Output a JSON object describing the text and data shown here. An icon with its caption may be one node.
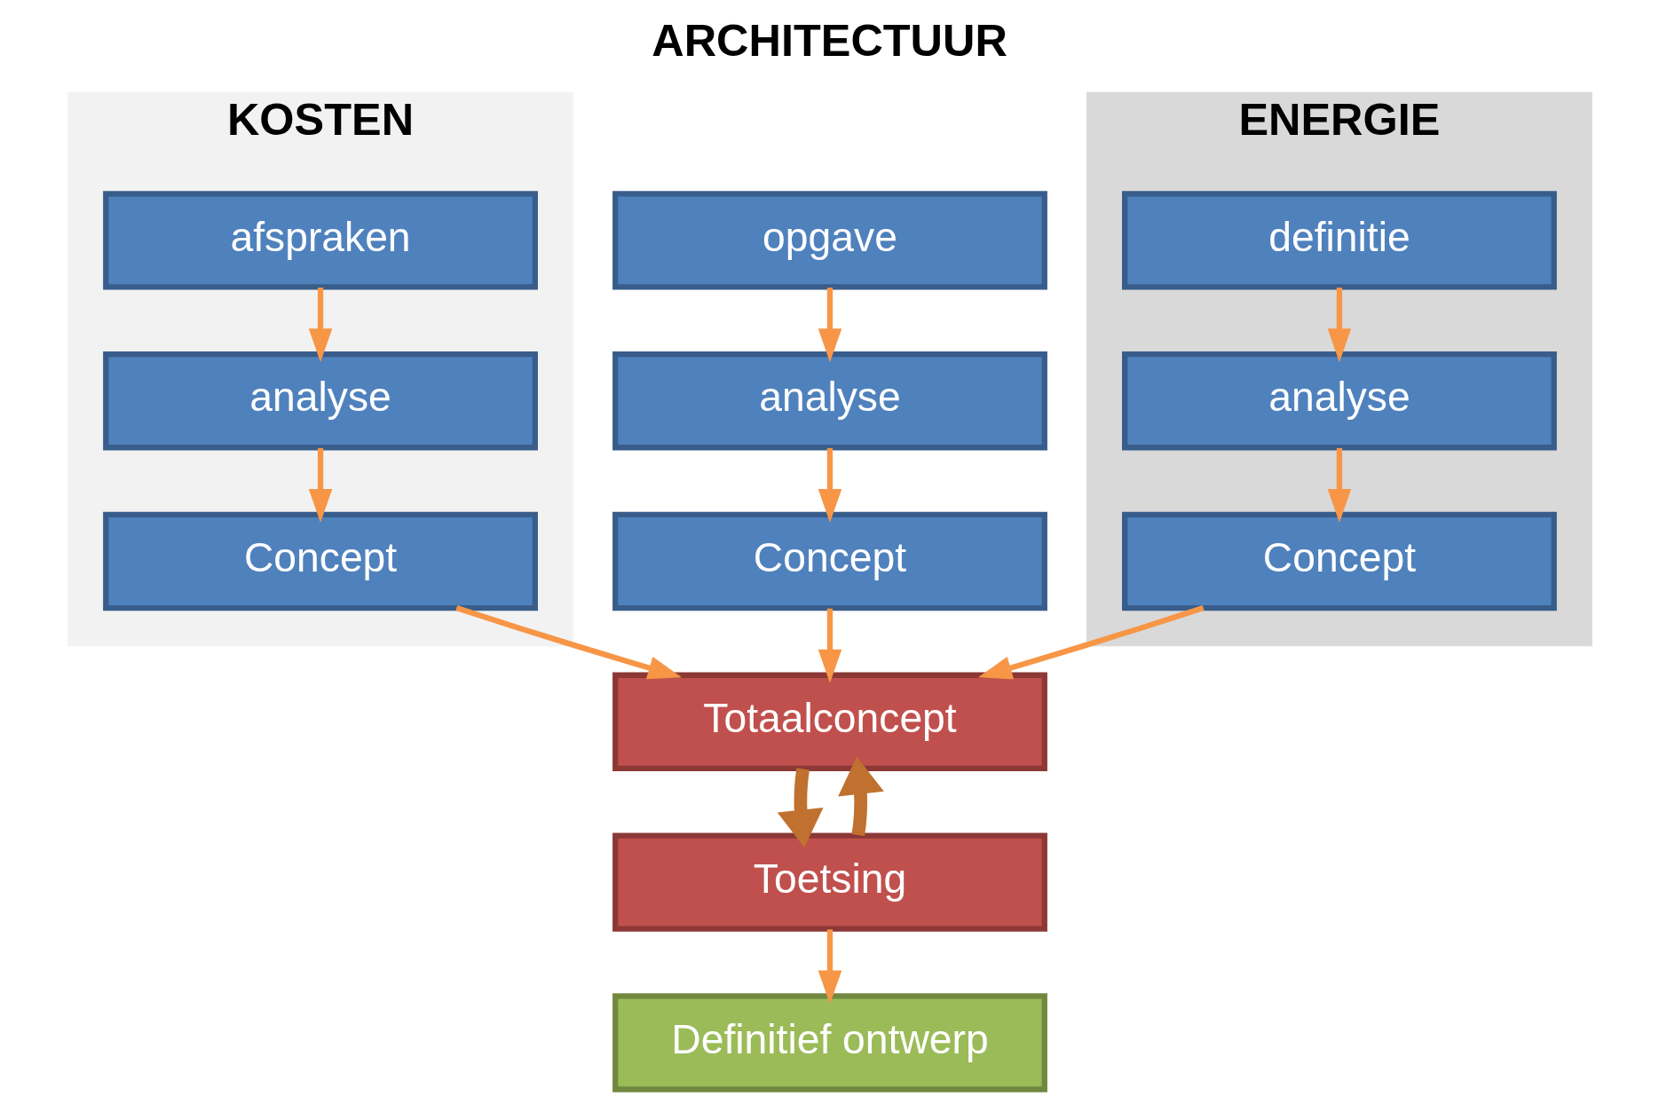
{
  "diagram": {
    "nodes": [
      {
        "text": [
          "KOSTEN"
        ]
      },
      {
        "text": [
          "afspraken"
        ],
        "in": 0
      },
      {
        "text": [
          "analyse"
        ],
        "in": 0
      },
      {
        "text": [
          "Concept"
        ],
        "in": 0
      },
      {
        "text": [
          "opgave"
        ]
      },
      {
        "text": [
          "analyse"
        ]
      },
      {
        "text": [
          "Concept"
        ]
      },
      {
        "text": [
          "ENERGIE"
        ]
      },
      {
        "text": [
          "definitie"
        ],
        "in": 7
      },
      {
        "text": [
          "analyse"
        ],
        "in": 7
      },
      {
        "text": [
          "Concept"
        ],
        "in": 7
      },
      {
        "text": [
          "Totaalconcept"
        ]
      },
      {
        "text": [
          "Toetsing"
        ]
      },
      {
        "text": [
          "Definitief ontwerp"
        ]
      }
    ],
    "edges": [
      {
        "from": 1,
        "to": 2,
        "arrow": "to"
      },
      {
        "from": 2,
        "to": 3,
        "arrow": "to"
      },
      {
        "from": 4,
        "to": 5,
        "arrow": "to"
      },
      {
        "from": 5,
        "to": 6,
        "arrow": "to"
      },
      {
        "from": 8,
        "to": 9,
        "arrow": "to"
      },
      {
        "from": 9,
        "to": 10,
        "arrow": "to"
      },
      {
        "from": 3,
        "to": 11,
        "arrow": "to"
      },
      {
        "from": 6,
        "to": 11,
        "arrow": "to"
      },
      {
        "from": 10,
        "to": 11,
        "arrow": "to"
      },
      {
        "from": 11,
        "to": 12,
        "arrow": "to",
        "style": "thick",
        "color": "#c0712f"
      },
      {
        "from": 12,
        "to": 11,
        "arrow": "to",
        "style": "thick",
        "color": "#c0712f"
      },
      {
        "from": 12,
        "to": 13,
        "arrow": "to"
      }
    ],
    "labels": [
      "ARCHITECTUUR"
    ]
  }
}
